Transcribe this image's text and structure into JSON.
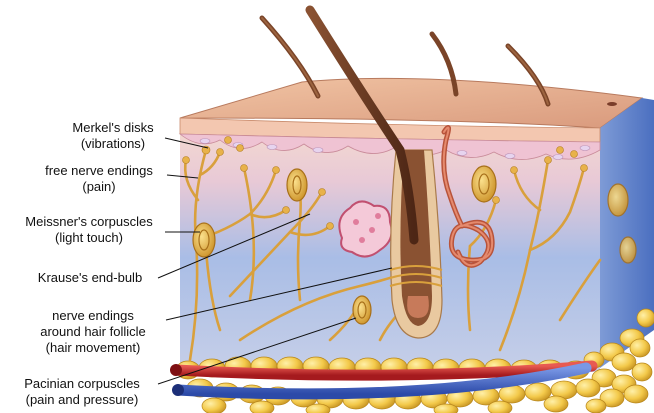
{
  "labels": {
    "merkel": {
      "line1": "Merkel's disks",
      "line2": "(vibrations)"
    },
    "free_nerve": {
      "line1": "free nerve endings",
      "line2": "(pain)"
    },
    "meissner": {
      "line1": "Meissner's corpuscles",
      "line2": "(light touch)"
    },
    "krause": {
      "line1": "Krause's end-bulb"
    },
    "hair_follicle": {
      "line1": "nerve endings",
      "line2": "around hair follicle",
      "line3": "(hair movement)"
    },
    "pacinian": {
      "line1": "Pacinian corpuscles",
      "line2": "(pain and pressure)"
    }
  },
  "colors": {
    "epidermis": "#e9b89a",
    "dermis_top": "#f4d2c6",
    "dermis_blue": "#9db6e2",
    "side_blue": "#5f82c9",
    "nerve": "#d9a03c",
    "hair": "#6b3a24",
    "fat": "#f2c64a",
    "artery": "#c8282a",
    "vein": "#3f64c6"
  }
}
